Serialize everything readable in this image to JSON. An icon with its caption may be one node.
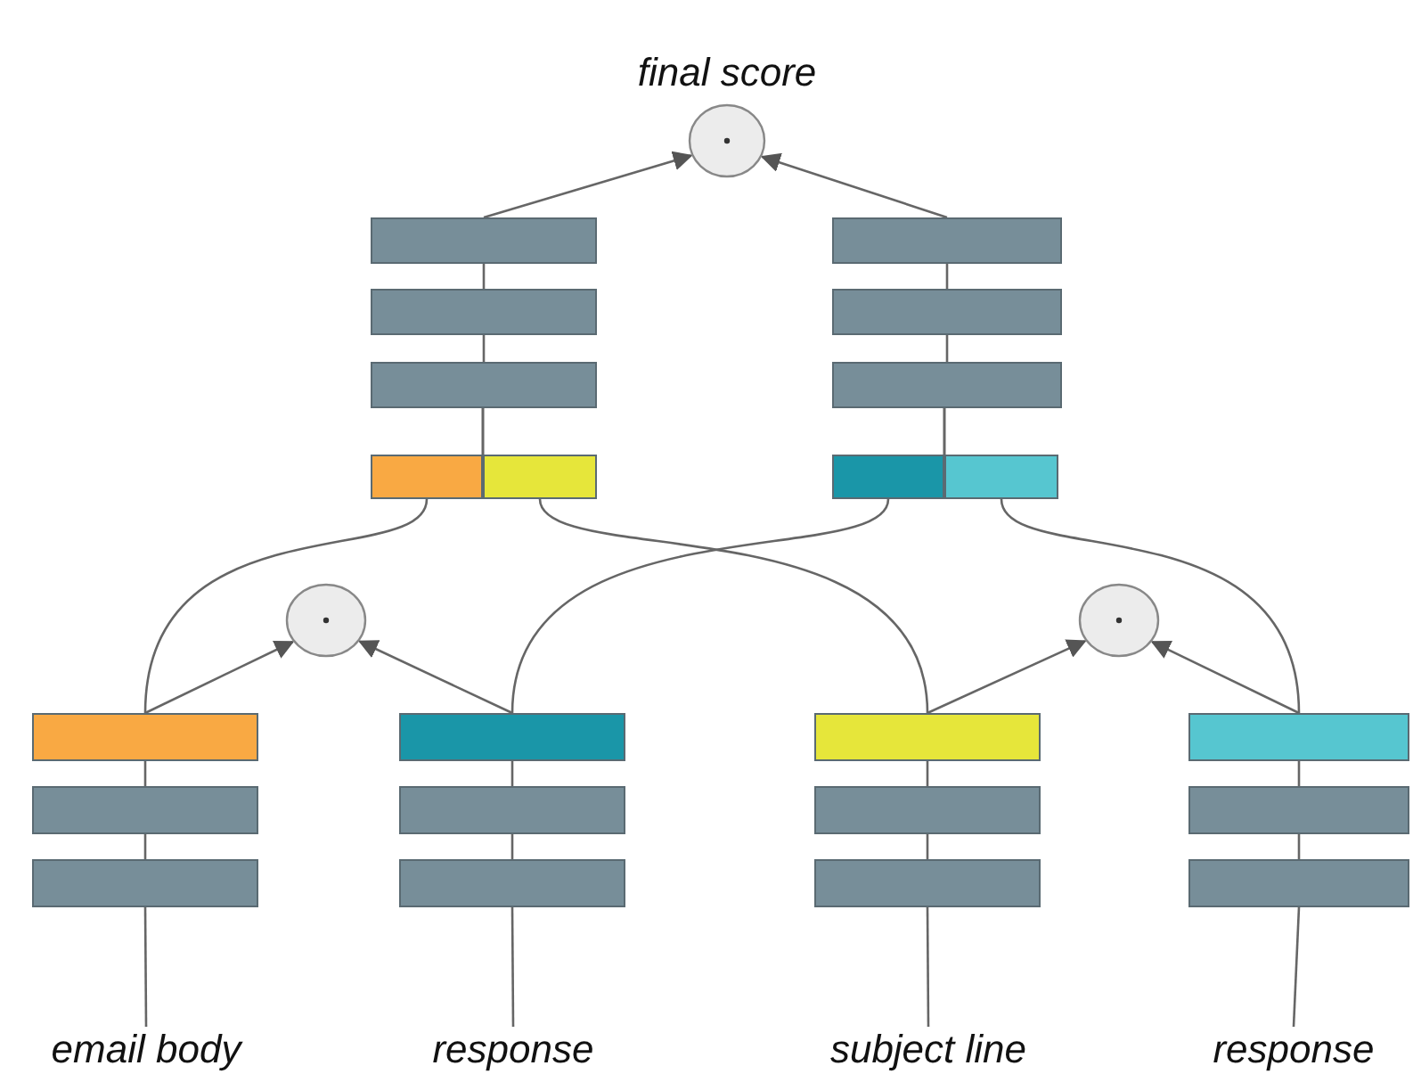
{
  "diagram": {
    "nodes": [
      {
        "text": [],
        "shape": "circle",
        "beside": [
          "final score"
        ]
      },
      {
        "text": [],
        "shape": "box"
      },
      {
        "text": [],
        "shape": "box"
      },
      {
        "text": [],
        "shape": "box"
      },
      {
        "text": [],
        "shape": "box"
      },
      {
        "text": [],
        "shape": "box"
      },
      {
        "text": [],
        "shape": "box"
      },
      {
        "text": [],
        "shape": "box"
      },
      {
        "text": [],
        "shape": "box"
      },
      {
        "text": [],
        "shape": "box"
      },
      {
        "text": [],
        "shape": "box"
      },
      {
        "text": [],
        "shape": "circle"
      },
      {
        "text": [],
        "shape": "circle"
      },
      {
        "text": [],
        "shape": "box"
      },
      {
        "text": [],
        "shape": "box"
      },
      {
        "text": [],
        "shape": "box"
      },
      {
        "text": [],
        "shape": "box"
      },
      {
        "text": [],
        "shape": "box"
      },
      {
        "text": [],
        "shape": "box"
      },
      {
        "text": [],
        "shape": "box"
      },
      {
        "text": [],
        "shape": "box"
      },
      {
        "text": [],
        "shape": "box"
      },
      {
        "text": [],
        "shape": "box"
      },
      {
        "text": [],
        "shape": "box"
      },
      {
        "text": [],
        "shape": "box"
      },
      {
        "text": [
          "email body"
        ]
      },
      {
        "text": [
          "response"
        ]
      },
      {
        "text": [
          "subject line"
        ]
      },
      {
        "text": [
          "response"
        ]
      }
    ],
    "edges": [
      {
        "from": 25,
        "to": 15,
        "arrow": "none"
      },
      {
        "from": 15,
        "to": 14,
        "arrow": "none"
      },
      {
        "from": 14,
        "to": 13,
        "arrow": "none"
      },
      {
        "from": 26,
        "to": 18,
        "arrow": "none"
      },
      {
        "from": 18,
        "to": 17,
        "arrow": "none"
      },
      {
        "from": 17,
        "to": 16,
        "arrow": "none"
      },
      {
        "from": 27,
        "to": 21,
        "arrow": "none"
      },
      {
        "from": 21,
        "to": 20,
        "arrow": "none"
      },
      {
        "from": 20,
        "to": 19,
        "arrow": "none"
      },
      {
        "from": 28,
        "to": 24,
        "arrow": "none"
      },
      {
        "from": 24,
        "to": 23,
        "arrow": "none"
      },
      {
        "from": 23,
        "to": 22,
        "arrow": "none"
      },
      {
        "from": 13,
        "to": 11,
        "arrow": "to"
      },
      {
        "from": 16,
        "to": 11,
        "arrow": "to"
      },
      {
        "from": 19,
        "to": 12,
        "arrow": "to"
      },
      {
        "from": 22,
        "to": 12,
        "arrow": "to"
      },
      {
        "from": 13,
        "to": 4,
        "arrow": "none"
      },
      {
        "from": 16,
        "to": 9,
        "arrow": "none"
      },
      {
        "from": 19,
        "to": 5,
        "arrow": "none"
      },
      {
        "from": 22,
        "to": 10,
        "arrow": "none"
      },
      {
        "from": 4,
        "to": 3,
        "arrow": "none"
      },
      {
        "from": 5,
        "to": 3,
        "arrow": "none"
      },
      {
        "from": 3,
        "to": 2,
        "arrow": "none"
      },
      {
        "from": 2,
        "to": 1,
        "arrow": "none"
      },
      {
        "from": 1,
        "to": 0,
        "arrow": "to"
      },
      {
        "from": 9,
        "to": 8,
        "arrow": "none"
      },
      {
        "from": 10,
        "to": 8,
        "arrow": "none"
      },
      {
        "from": 8,
        "to": 7,
        "arrow": "none"
      },
      {
        "from": 7,
        "to": 6,
        "arrow": "none"
      },
      {
        "from": 6,
        "to": 0,
        "arrow": "to"
      }
    ]
  }
}
